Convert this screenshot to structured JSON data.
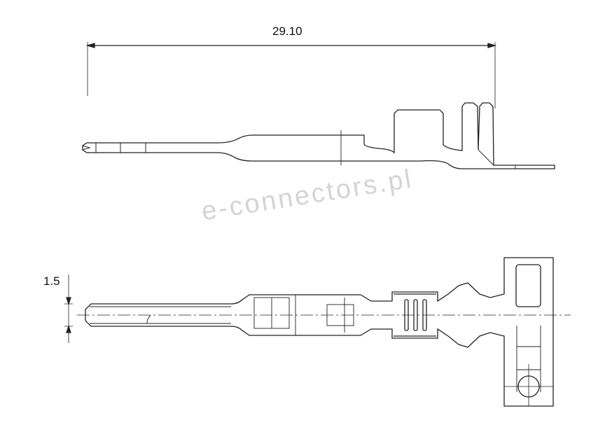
{
  "drawing": {
    "overall_length_label": "29.10",
    "width_label": "1.5",
    "watermark": "e-connectors.pl",
    "line_color": "#222222",
    "watermark_color": "#d4d4d4"
  }
}
